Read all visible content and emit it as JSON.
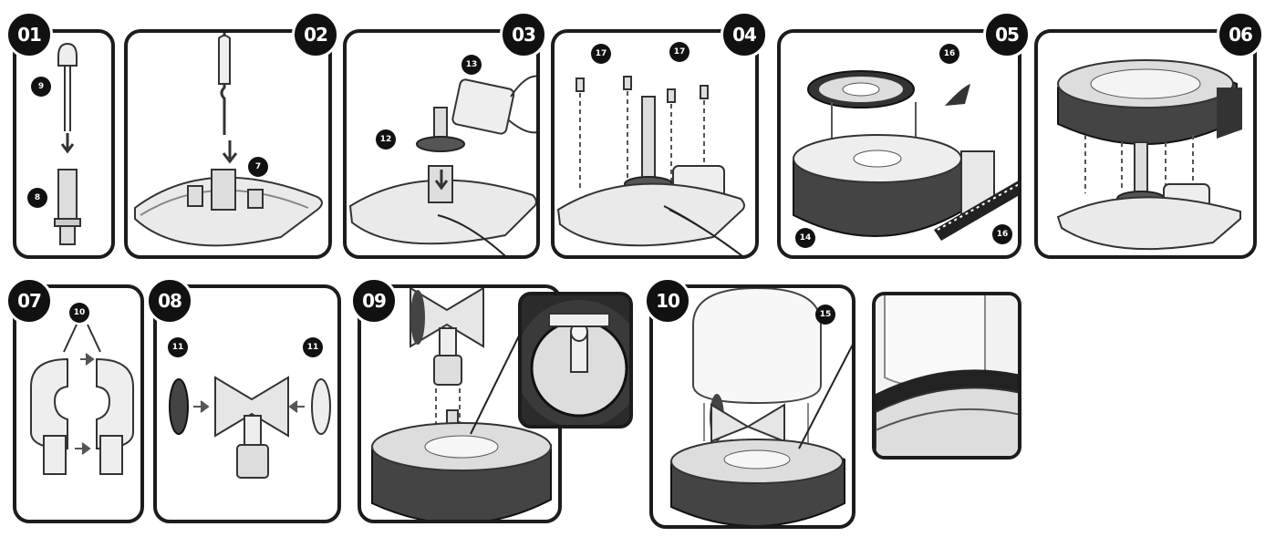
{
  "steps": [
    {
      "num": "01",
      "labels": [
        "9",
        "8"
      ]
    },
    {
      "num": "02",
      "labels": [
        "7"
      ]
    },
    {
      "num": "03",
      "labels": [
        "13",
        "12"
      ]
    },
    {
      "num": "04",
      "labels": [
        "17",
        "17"
      ]
    },
    {
      "num": "05",
      "labels": [
        "16",
        "14",
        "16"
      ]
    },
    {
      "num": "06",
      "labels": []
    },
    {
      "num": "07",
      "labels": [
        "10"
      ]
    },
    {
      "num": "08",
      "labels": [
        "11",
        "11"
      ]
    },
    {
      "num": "09",
      "labels": []
    },
    {
      "num": "10",
      "labels": [
        "15"
      ]
    }
  ]
}
